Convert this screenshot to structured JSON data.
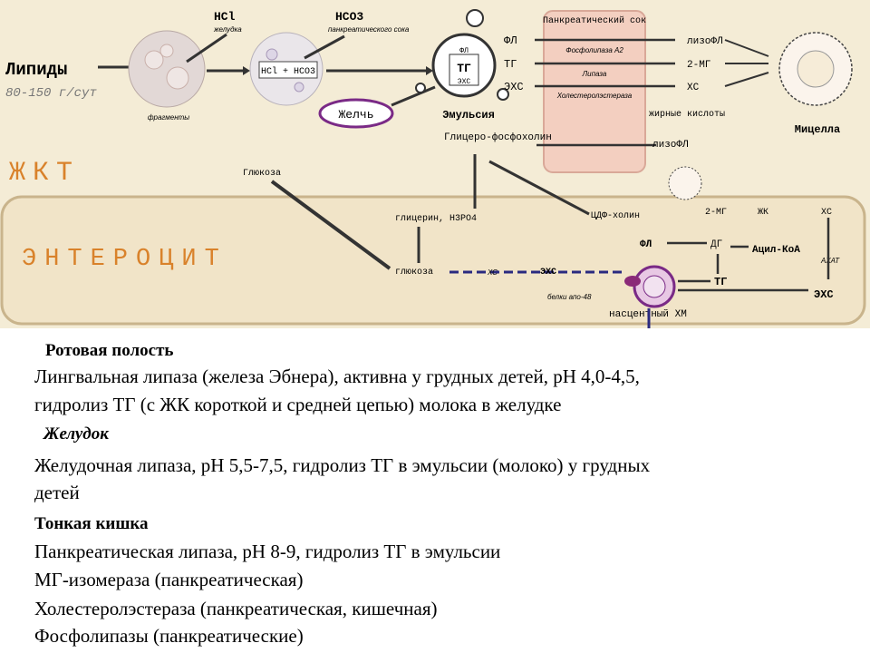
{
  "diagram": {
    "lipids": "Липиды",
    "intake": "80-150 г/сут",
    "hcl": "HCl",
    "hcl_sub": "желудка",
    "hco3": "HCO3",
    "hco3_sub": "панкреатического сока",
    "hcl_hco3": "HCl + HCO3",
    "fragments": "фрагменты",
    "bile": "Желчь",
    "emulsion": "Эмульсия",
    "fl": "ФЛ",
    "tg": "ТГ",
    "echs": "ЭХС",
    "panc_juice": "Панкреатический сок",
    "phospholipase": "Фосфолипаза А2",
    "lipase": "Липаза",
    "cholesterol_esterase": "Холестеролэстераза",
    "lysofl": "лизоФЛ",
    "mg2": "2-МГ",
    "hs": "ХС",
    "fatty_acids": "жирные кислоты",
    "micelle": "Мицелла",
    "glycerophosphocholine": "Глицеро-фосфохолин",
    "lysofl_return": "лизоФЛ",
    "glucose_top": "Глюкоза",
    "gkt": "ЖКТ",
    "enterocyte": "ЭНТЕРОЦИТ",
    "glycerol": "глицерин, H3PO4",
    "cdp_choline": "ЦДФ-холин",
    "mg2_ent": "2-МГ",
    "fa": "ЖК",
    "hs_ent": "ХС",
    "fl_ent": "ФЛ",
    "dg": "ДГ",
    "acyl_coa": "Ацил-КоА",
    "tg_ent": "ТГ",
    "echs_ent": "ЭХС",
    "acat": "АХАТ",
    "glucose_ent": "глюкоза",
    "hs_path": "ХС",
    "echs_path": "ЭХС",
    "nascent_hm": "насцентный ХМ",
    "apo": "белки апо-48"
  },
  "sections": [
    {
      "header": "Ротовая полость",
      "lines": [
        "Лингвальная липаза (железа Эбнера), активна у грудных детей, pH 4,0-4,5,",
        "гидролиз ТГ (с ЖК короткой и средней цепью) молока в желудке"
      ]
    },
    {
      "header": "Желудок",
      "lines": [
        "Желудочная липаза, pH 5,5-7,5, гидролиз ТГ в эмульсии (молоко) у грудных",
        "детей"
      ]
    },
    {
      "header": "Тонкая кишка",
      "lines": [
        "Панкреатическая липаза, pH 8-9, гидролиз ТГ в эмульсии",
        "МГ-изомераза (панкреатическая)",
        "Холестеролэстераза (панкреатическая, кишечная)",
        "Фосфолипазы (панкреатические)"
      ]
    }
  ]
}
